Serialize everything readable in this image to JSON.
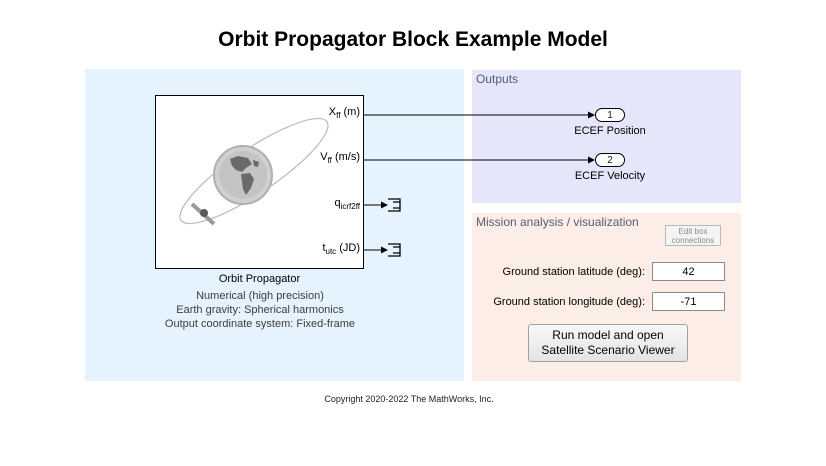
{
  "title": "Orbit Propagator Block Example Model",
  "areas": {
    "outputs_label": "Outputs",
    "mission_label": "Mission analysis / visualization"
  },
  "block": {
    "name": "Orbit Propagator",
    "ports": {
      "x_main": "X",
      "x_sub": "ff",
      "x_unit": " (m)",
      "v_main": "V",
      "v_sub": "ff",
      "v_unit": " (m/s)",
      "q_main": "q",
      "q_sub": "icrf2ff",
      "t_main": "t",
      "t_sub": "utc",
      "t_unit": " (JD)"
    },
    "description": [
      "Numerical (high precision)",
      "Earth gravity: Spherical harmonics",
      "Output coordinate system: Fixed-frame"
    ],
    "icon": "satellite-earth-orbit-icon"
  },
  "outports": [
    {
      "number": "1",
      "label": "ECEF Position"
    },
    {
      "number": "2",
      "label": "ECEF Velocity"
    }
  ],
  "mission": {
    "edit_box_label_line1": "Edit box",
    "edit_box_label_line2": "connections",
    "lat_label": "Ground station latitude (deg):",
    "lat_value": "42",
    "lon_label": "Ground station longitude (deg):",
    "lon_value": "-71",
    "run_label_line1": "Run model and open",
    "run_label_line2": "Satellite Scenario Viewer"
  },
  "copyright": "Copyright 2020-2022 The MathWorks, Inc.",
  "colors": {
    "left_area": "#e4f3fd",
    "outputs_area": "#e6e6fb",
    "mission_area": "#fcede6",
    "globe": "#c8c8c8",
    "globe_land": "#666666"
  }
}
